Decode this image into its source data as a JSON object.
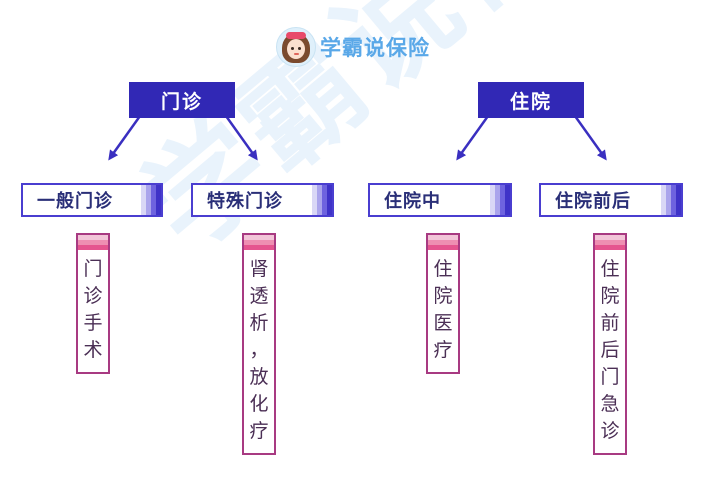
{
  "brand": {
    "name": "学霸说保险",
    "avatar_icon": "girl-avatar-icon",
    "color": "#5aa8e8"
  },
  "watermark": "学霸说保险",
  "colors": {
    "category": "#3128b5",
    "sub_border": "#4a3ed0",
    "detail_border": "#a83a82",
    "arrow": "#3a2fc0"
  },
  "categories": [
    {
      "label": "门诊",
      "subs": [
        {
          "label": "一般门诊",
          "detail": "门\n诊\n手\n术"
        },
        {
          "label": "特殊门诊",
          "detail": "肾\n透\n析\n，\n放\n化\n疗"
        }
      ]
    },
    {
      "label": "住院",
      "subs": [
        {
          "label": "住院中",
          "detail": "住\n院\n医\n疗"
        },
        {
          "label": "住院前后",
          "detail": "住\n院\n前\n后\n门\n急\n诊"
        }
      ]
    }
  ]
}
